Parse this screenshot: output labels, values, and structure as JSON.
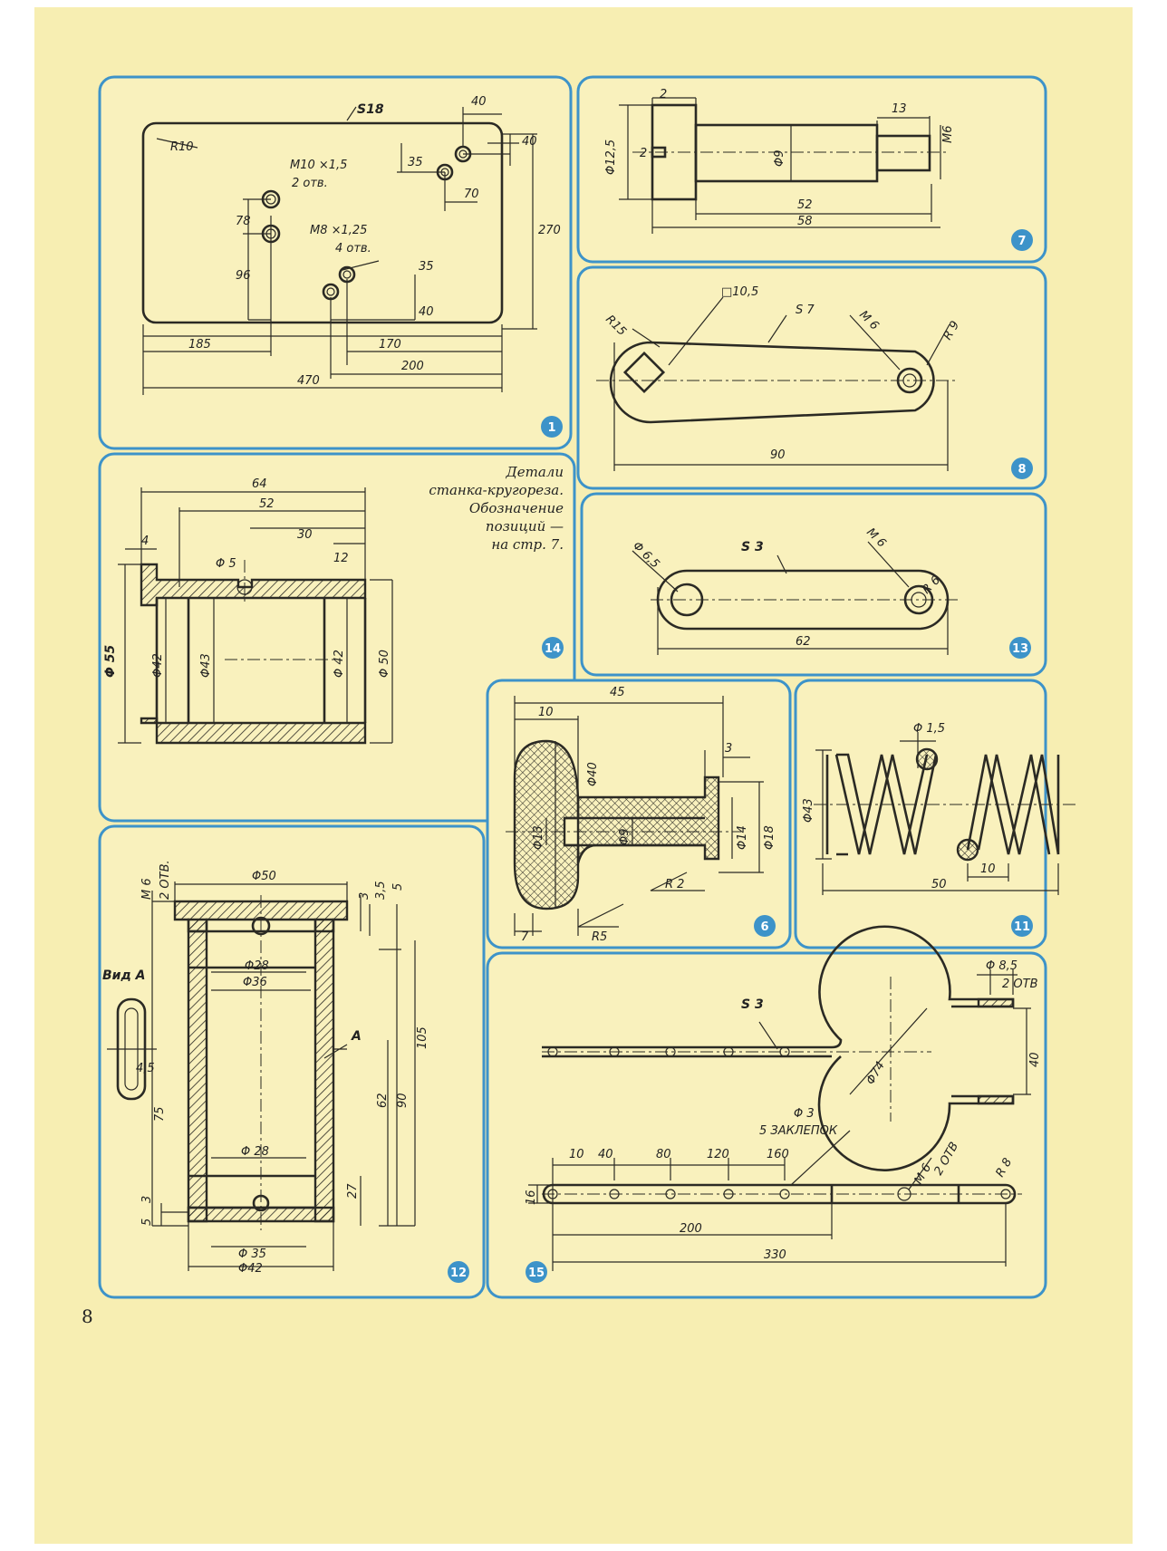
{
  "caption": [
    "Детали",
    "станка-кругореза.",
    "Обозначение",
    "позиций —",
    "на  стр.  7."
  ],
  "page_number": "8",
  "badges": {
    "p1": "1",
    "p7": "7",
    "p8": "8",
    "p13": "13",
    "p14": "14",
    "p6": "6",
    "p11": "11",
    "p12": "12",
    "p15": "15"
  },
  "p1": {
    "thk": "S18",
    "r": "R10",
    "m10": "M10 ×1,5",
    "m10n": "2 отв.",
    "m8": "M8 ×1,25",
    "m8n": "4 отв.",
    "d40a": "40",
    "d40b": "40",
    "d35a": "35",
    "d35b": "35",
    "d70": "70",
    "d78": "78",
    "d96": "96",
    "d270": "270",
    "d40c": "40",
    "d185": "185",
    "d170": "170",
    "d200": "200",
    "d470": "470"
  },
  "p7": {
    "d2a": "2",
    "d2b": "2",
    "d13": "13",
    "dia": "Φ12,5",
    "d9": "Φ9",
    "m6": "M6",
    "d52": "52",
    "d58": "58"
  },
  "p8": {
    "sq": "□10,5",
    "r15": "R15",
    "s7": "S 7",
    "m6": "M 6",
    "r9": "R 9",
    "d90": "90"
  },
  "p13": {
    "s3": "S 3",
    "d65": "Φ 6,5",
    "m6": "M 6",
    "r6": "R 6",
    "d62": "62"
  },
  "p14": {
    "d64": "64",
    "d52": "52",
    "d4": "4",
    "d30": "30",
    "d5": "Φ 5",
    "d12": "12",
    "d55": "Φ 55",
    "d42a": "Φ42",
    "d43": "Φ43",
    "d42b": "Φ 42",
    "d50": "Φ 50"
  },
  "p6": {
    "d45": "45",
    "d10": "10",
    "d3": "3",
    "d40": "Φ40",
    "d13": "Φ13",
    "d9": "Φ9",
    "d14": "Φ14",
    "d18": "Φ18",
    "r2": "R 2",
    "d7": "7",
    "r5": "R5"
  },
  "p11": {
    "d15": "Φ 1,5",
    "d43": "Φ43",
    "d10": "10",
    "d50": "50"
  },
  "p12": {
    "m6": "M 6",
    "m6n": "2 ОТВ.",
    "d50": "Φ50",
    "d3": "3",
    "d35": "3,5",
    "d5": "5",
    "d28a": "Φ28",
    "d36": "Φ36",
    "vid": "Вид  А",
    "a": "А",
    "d45": "4,5",
    "d75": "75",
    "d62": "62",
    "d90": "90",
    "d105": "105",
    "d28b": "Φ 28",
    "d27": "27",
    "d3b": "3",
    "d5b": "5",
    "d35b": "Φ 35",
    "d42": "Φ42"
  },
  "p15": {
    "s3": "S 3",
    "d85": "Φ 8,5",
    "n2": "2 ОТВ",
    "d40": "40",
    "d74": "Φ74",
    "d3": "Φ 3",
    "zak": "5 ЗАКЛЕПОК",
    "t10": "10",
    "t40": "40",
    "t80": "80",
    "t120": "120",
    "t160": "160",
    "m6": "M 6",
    "n2b": "2 ОТВ",
    "r8": "R 8",
    "d16": "16",
    "d200": "200",
    "d330": "330"
  }
}
